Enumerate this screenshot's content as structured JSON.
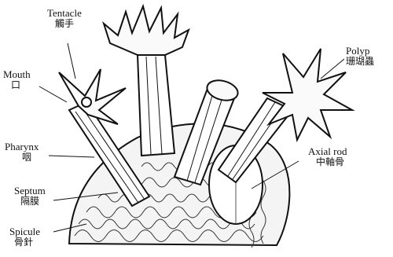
{
  "labels": {
    "tentacle": {
      "en": "Tentacle",
      "zh": "觸手"
    },
    "mouth": {
      "en": "Mouth",
      "zh": "口"
    },
    "pharynx": {
      "en": "Pharynx",
      "zh": "咽"
    },
    "septum": {
      "en": "Septum",
      "zh": "隔膜"
    },
    "spicule": {
      "en": "Spicule",
      "zh": "骨針"
    },
    "polyp": {
      "en": "Polyp",
      "zh": "珊瑚蟲"
    },
    "axial_rod": {
      "en": "Axial rod",
      "zh": "中軸骨"
    }
  }
}
